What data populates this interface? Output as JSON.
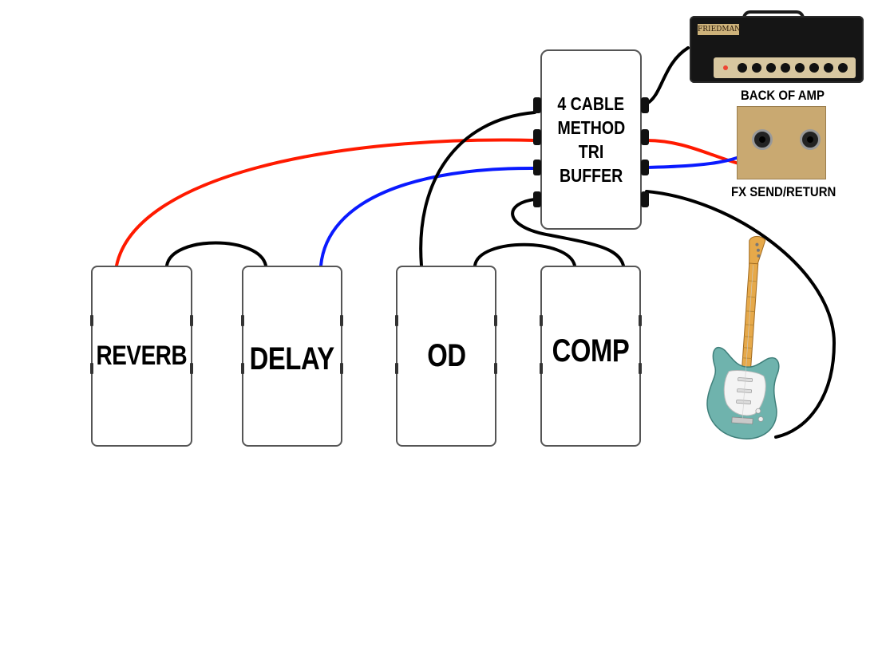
{
  "pedals": {
    "reverb": "REVERB",
    "delay": "DELAY",
    "od": "OD",
    "comp": "COMP"
  },
  "buffer": {
    "lines": [
      "4 CABLE",
      "METHOD",
      "TRI",
      "BUFFER"
    ]
  },
  "amp": {
    "logo": "FRIEDMAN",
    "back_label": "BACK OF AMP",
    "fx_label": "FX SEND/RETURN"
  },
  "colors": {
    "send_cable": "#ff1a00",
    "return_cable": "#0a1aff",
    "signal_cable": "#000000",
    "guitar_body": "#6fb3ad",
    "fx_panel": "#c9a971"
  },
  "icons": [
    "amp-head-icon",
    "fx-jack-icon",
    "guitar-icon"
  ]
}
